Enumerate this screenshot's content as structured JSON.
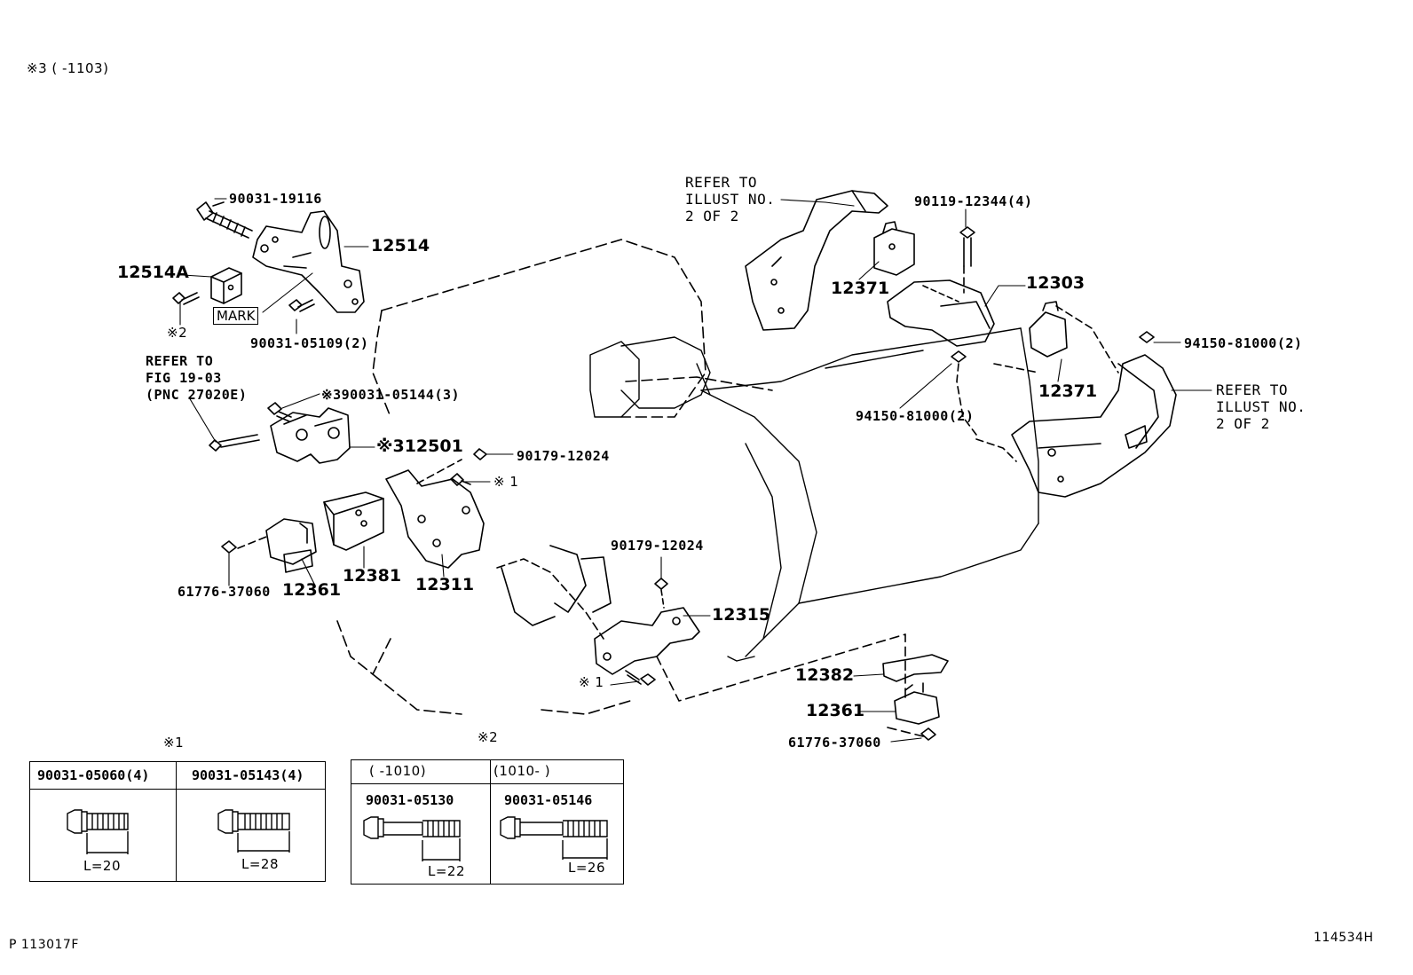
{
  "header_note": "※3 (      -1103)",
  "footer_left": "P 113017F",
  "footer_right": "114534H",
  "labels": {
    "b90031_19116": "90031-19116",
    "p12514": "12514",
    "p12514A": "12514A",
    "mark": "MARK",
    "note2": "※2",
    "b90031_05109": "90031-05109(2)",
    "refer_fig": "REFER TO\nFIG 19-03\n(PNC 27020E)",
    "b90031_05144": "※390031-05144(3)",
    "p12501": "※312501",
    "n90179_12024_a": "90179-12024",
    "note1_a": "※ 1",
    "n61776_a": "61776-37060",
    "p12361_a": "12361",
    "p12381": "12381",
    "p12311": "12311",
    "n90179_12024_b": "90179-12024",
    "p12315": "12315",
    "note1_b": "※ 1",
    "refer_illust_a": "REFER TO\nILLUST NO.\n2 OF 2",
    "b90119_12344": "90119-12344(4)",
    "p12371_a": "12371",
    "p12303": "12303",
    "p12371_b": "12371",
    "n94150_a": "94150-81000(2)",
    "n94150_b": "94150-81000(2)",
    "refer_illust_b": "REFER TO\nILLUST NO.\n2 OF 2",
    "p12382": "12382",
    "p12361_b": "12361",
    "n61776_b": "61776-37060"
  },
  "table1": {
    "marker": "※1",
    "col1_part": "90031-05060(4)",
    "col1_len": "L=20",
    "col2_part": "90031-05143(4)",
    "col2_len": "L=28"
  },
  "table2": {
    "marker": "※2",
    "col1_range": "(      -1010)",
    "col1_part": "90031-05130",
    "col1_len": "L=22",
    "col2_range": "(1010-      )",
    "col2_part": "90031-05146",
    "col2_len": "L=26"
  }
}
